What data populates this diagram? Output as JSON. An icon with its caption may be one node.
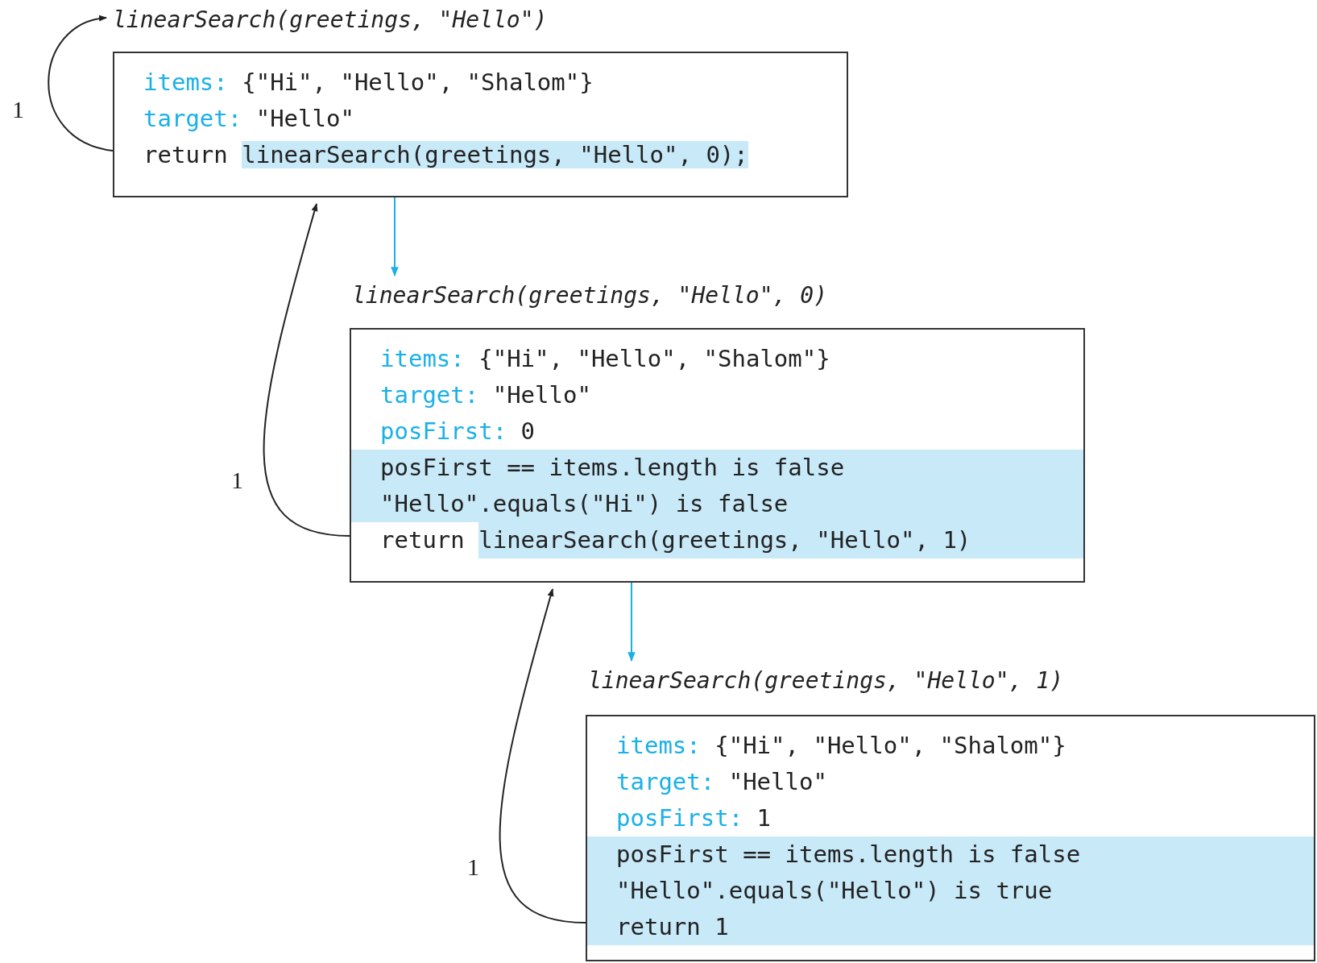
{
  "diagram": {
    "nodes": [
      {
        "text": [
          "linearSearch(greetings, \"Hello\")"
        ]
      },
      {
        "text": [
          "items: {\"Hi\", \"Hello\", \"Shalom\"}",
          "target: \"Hello\"",
          "return linearSearch(greetings, \"Hello\", 0);"
        ]
      },
      {
        "text": [
          "linearSearch(greetings, \"Hello\", 0)"
        ]
      },
      {
        "text": [
          "items: {\"Hi\", \"Hello\", \"Shalom\"}",
          "target: \"Hello\"",
          "posFirst: 0",
          "posFirst == items.length is false",
          "\"Hello\".equals(\"Hi\") is false",
          "return linearSearch(greetings, \"Hello\", 1)"
        ]
      },
      {
        "text": [
          "linearSearch(greetings, \"Hello\", 1)"
        ]
      },
      {
        "text": [
          "items: {\"Hi\", \"Hello\", \"Shalom\"}",
          "target: \"Hello\"",
          "posFirst: 1",
          "posFirst == items.length is false",
          "\"Hello\".equals(\"Hello\") is true",
          "return 1"
        ]
      }
    ],
    "edges": [
      {
        "from": 1,
        "to": 0,
        "arrow": "to",
        "label": "1"
      },
      {
        "from": 1,
        "to": 2,
        "arrow": "to",
        "color": "#1ab0e8"
      },
      {
        "from": 3,
        "to": 1,
        "arrow": "to",
        "label": "1"
      },
      {
        "from": 3,
        "to": 4,
        "arrow": "to",
        "color": "#1ab0e8"
      },
      {
        "from": 5,
        "to": 3,
        "arrow": "to",
        "label": "1"
      }
    ]
  }
}
